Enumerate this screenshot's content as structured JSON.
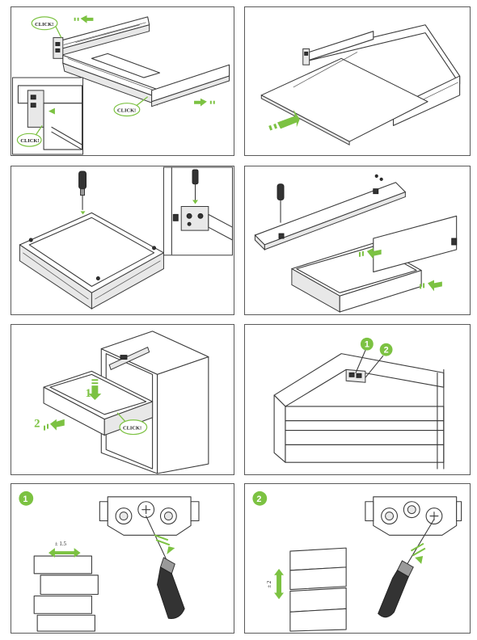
{
  "colors": {
    "accent": "#7cc242",
    "frame": "#5a5a5a",
    "line": "#3a3a3a"
  },
  "panel1": {
    "click_top": "CLICK!",
    "click_mid": "CLICK!",
    "click_inset": "CLICK!"
  },
  "panel5": {
    "step1": "1",
    "step2": "2",
    "click": "CLICK!"
  },
  "panel6": {
    "badge1": "1",
    "badge2": "2"
  },
  "panel7": {
    "badge": "1",
    "tolerance": "± 1.5"
  },
  "panel8": {
    "badge": "2",
    "tolerance": "± 2"
  }
}
